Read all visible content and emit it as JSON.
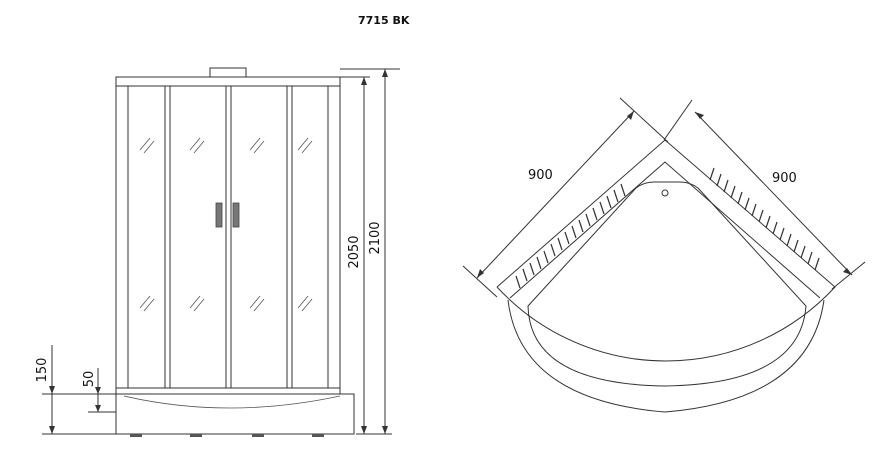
{
  "title": "7715 BK",
  "front_view": {
    "dim_width_inner": "2050",
    "dim_height_total": "2100",
    "dim_tray_height": "150",
    "dim_tray_step": "50"
  },
  "top_view": {
    "dim_side_left": "900",
    "dim_side_right": "900"
  },
  "colors": {
    "line": "#333333",
    "handle": "#777777",
    "background": "#ffffff"
  }
}
